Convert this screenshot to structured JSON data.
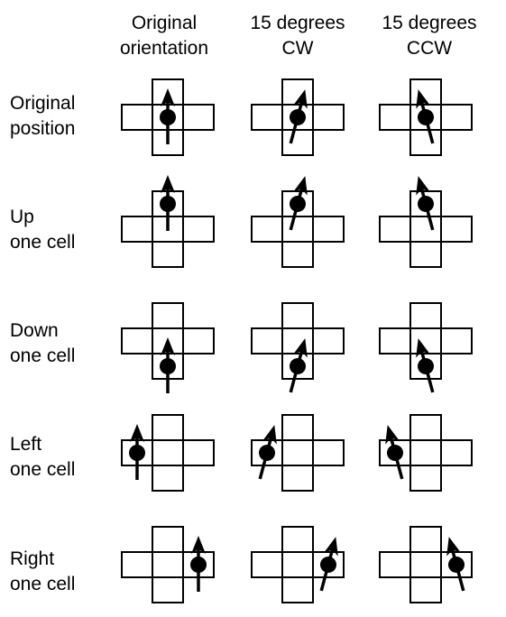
{
  "columns": [
    {
      "label": "Original\norientation",
      "rotation_deg": 0
    },
    {
      "label": "15 degrees\nCW",
      "rotation_deg": 15
    },
    {
      "label": "15 degrees\nCCW",
      "rotation_deg": -15
    }
  ],
  "rows": [
    {
      "label": "Original\nposition",
      "cell": "center"
    },
    {
      "label": "Up\none cell",
      "cell": "up"
    },
    {
      "label": "Down\none cell",
      "cell": "down"
    },
    {
      "label": "Left\none cell",
      "cell": "left"
    },
    {
      "label": "Right\none cell",
      "cell": "right"
    }
  ],
  "colors": {
    "stroke": "#000000",
    "background": "#ffffff"
  }
}
